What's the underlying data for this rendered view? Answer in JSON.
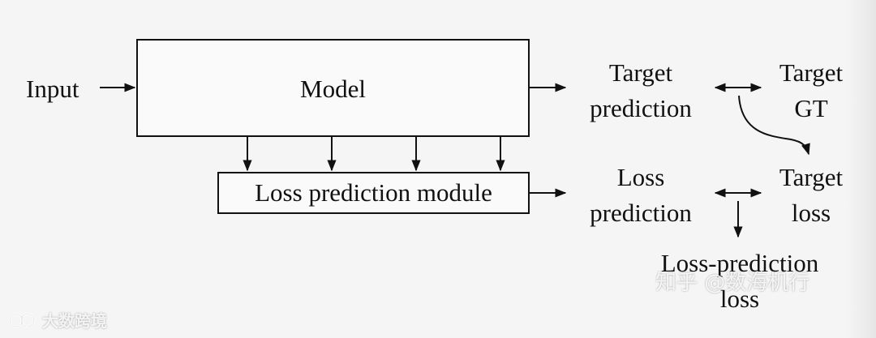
{
  "diagram": {
    "input_label": "Input",
    "model_label": "Model",
    "module_label": "Loss prediction module",
    "target_prediction": [
      "Target",
      "prediction"
    ],
    "target_gt": [
      "Target",
      "GT"
    ],
    "loss_prediction": [
      "Loss",
      "prediction"
    ],
    "target_loss": [
      "Target",
      "loss"
    ],
    "loss_prediction_loss": [
      "Loss-prediction",
      "loss"
    ]
  },
  "watermarks": {
    "zhihu": "知乎 @数海机行",
    "bottom_left": "大数跨境"
  },
  "colors": {
    "stroke": "#111111",
    "background": "#f5f5f5"
  }
}
